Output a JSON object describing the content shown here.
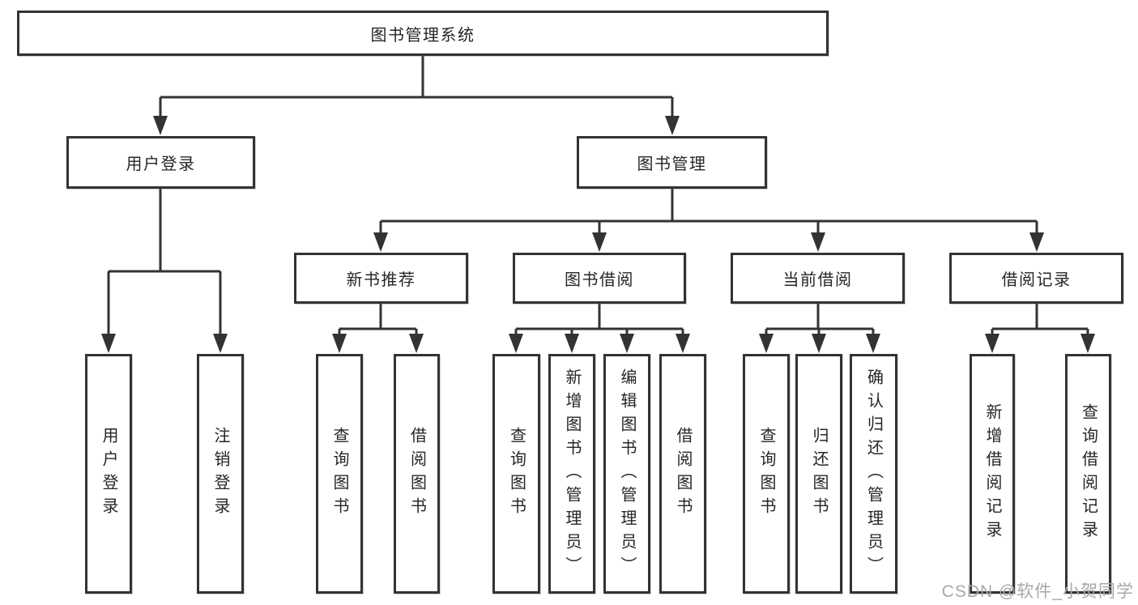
{
  "tree": {
    "root": {
      "label": "图书管理系统"
    },
    "level2": [
      {
        "label": "用户登录"
      },
      {
        "label": "图书管理"
      }
    ],
    "level3": [
      {
        "label": "新书推荐"
      },
      {
        "label": "图书借阅"
      },
      {
        "label": "当前借阅"
      },
      {
        "label": "借阅记录"
      }
    ],
    "leaves": {
      "login": [
        {
          "label": "用户登录"
        },
        {
          "label": "注销登录"
        }
      ],
      "newbook": [
        {
          "label": "查询图书"
        },
        {
          "label": "借阅图书"
        }
      ],
      "borrow": [
        {
          "label": "查询图书"
        },
        {
          "label": "新增图书（管理员）"
        },
        {
          "label": "编辑图书（管理员）"
        },
        {
          "label": "借阅图书"
        }
      ],
      "current": [
        {
          "label": "查询图书"
        },
        {
          "label": "归还图书"
        },
        {
          "label": "确认归还（管理员）"
        }
      ],
      "records": [
        {
          "label": "新增借阅记录"
        },
        {
          "label": "查询借阅记录"
        }
      ]
    }
  },
  "watermark": {
    "text": "CSDN @软件_小贺同学"
  },
  "colors": {
    "line": "#333333",
    "box_border": "#333333",
    "text": "#262626",
    "watermark": "#a8a8a8",
    "background": "#ffffff"
  }
}
